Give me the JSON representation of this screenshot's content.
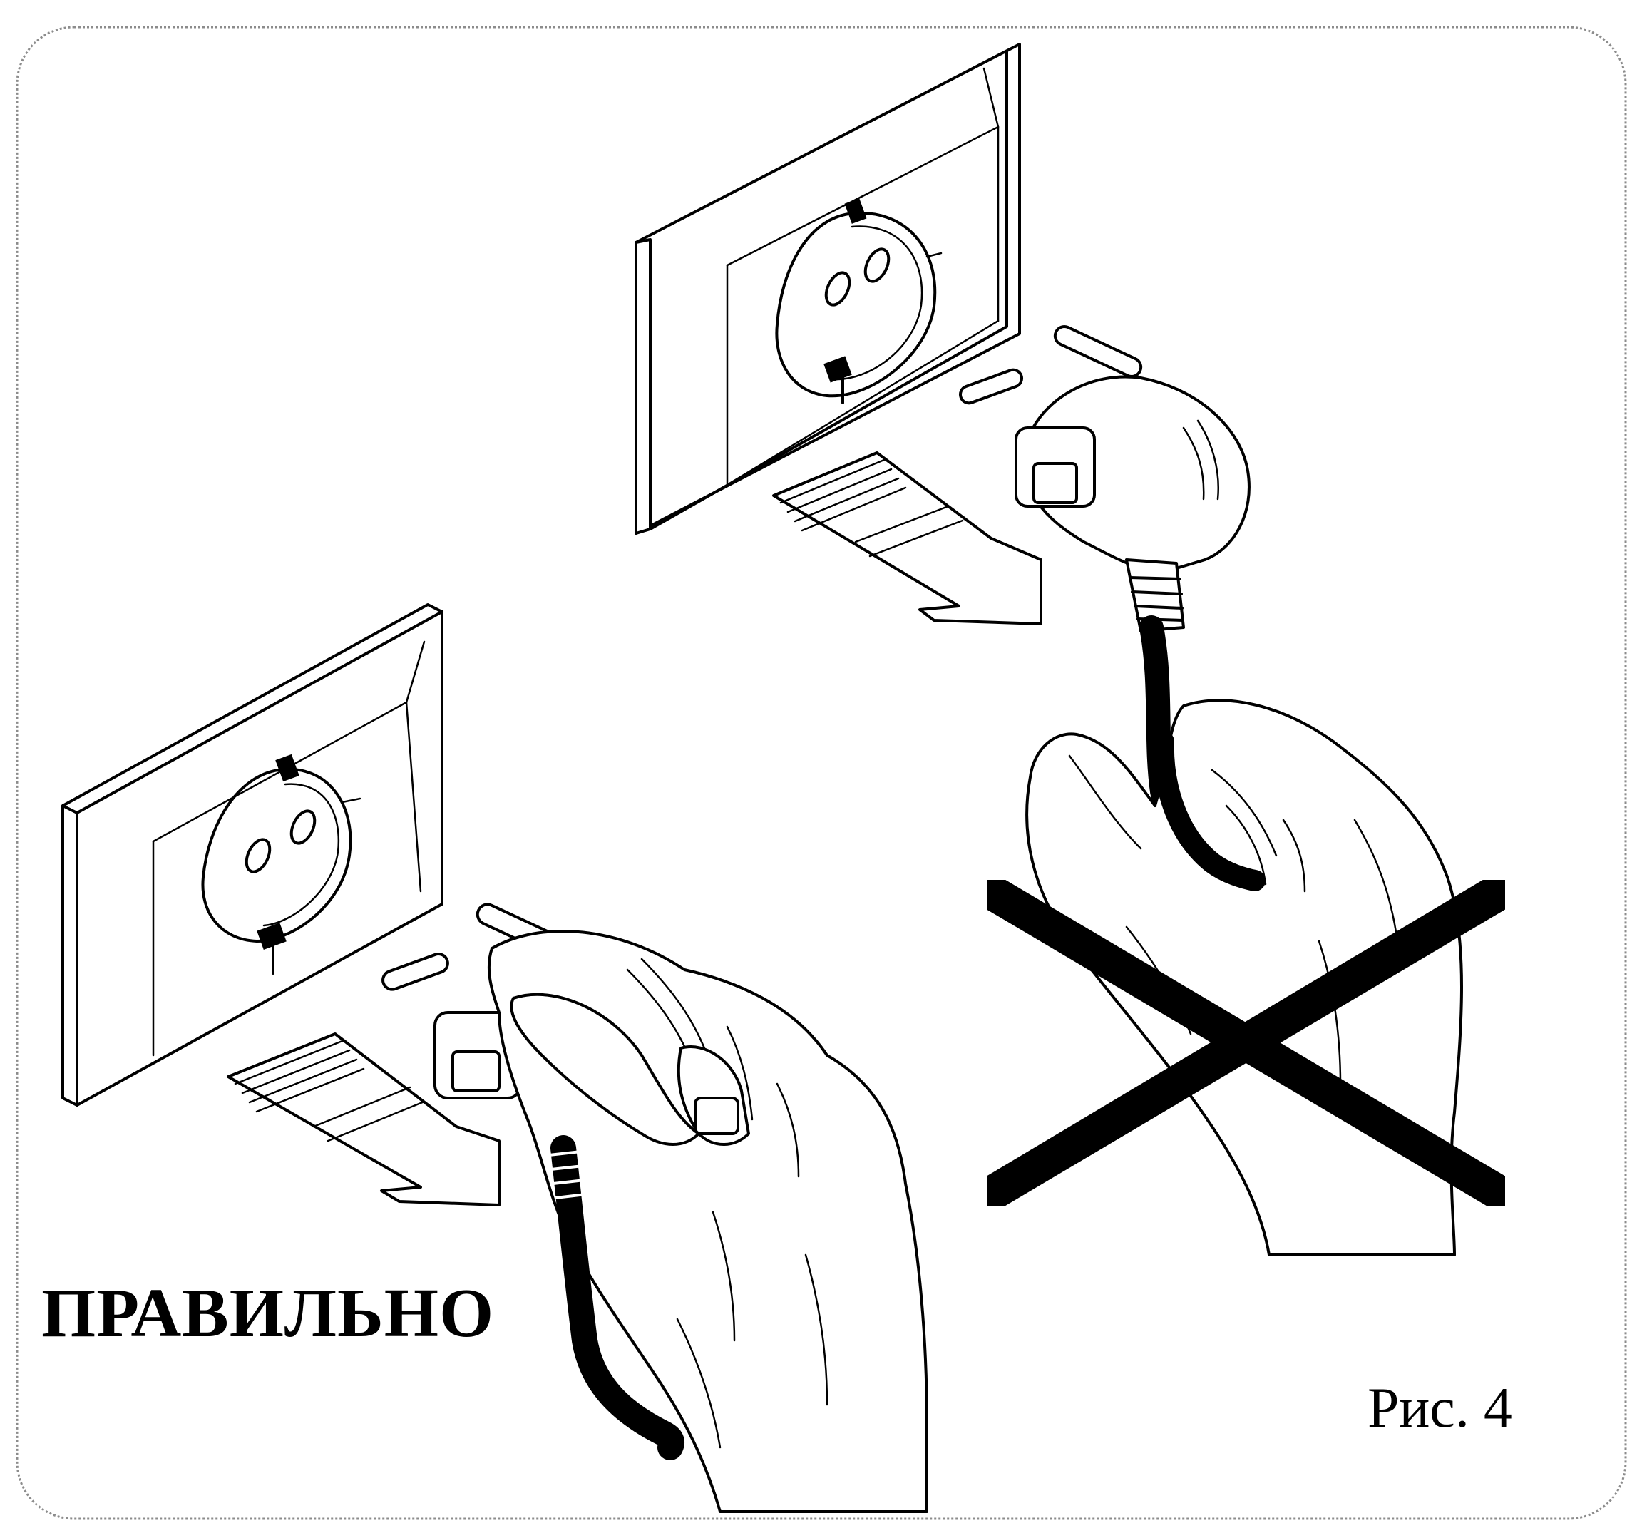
{
  "labels": {
    "correct": "ПРАВИЛЬНО",
    "figure": "Рис. 4"
  },
  "colors": {
    "ink": "#000000",
    "paper": "#ffffff",
    "frame": "#8c8c8c"
  },
  "panels": {
    "correct": {
      "grip": "plug-body"
    },
    "incorrect": {
      "grip": "cable",
      "marker": "cross-mark"
    }
  }
}
